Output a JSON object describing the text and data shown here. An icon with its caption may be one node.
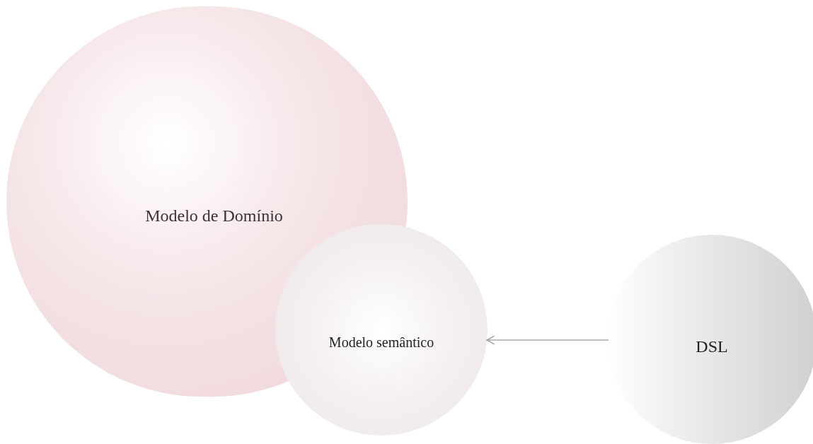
{
  "diagram": {
    "nodes": [
      {
        "text": [
          "Modelo de Domínio"
        ]
      },
      {
        "text": [
          "Modelo semântico"
        ]
      },
      {
        "text": [
          "DSL"
        ]
      }
    ],
    "edges": [
      {
        "from": 2,
        "to": 1,
        "arrow": "to"
      }
    ]
  }
}
